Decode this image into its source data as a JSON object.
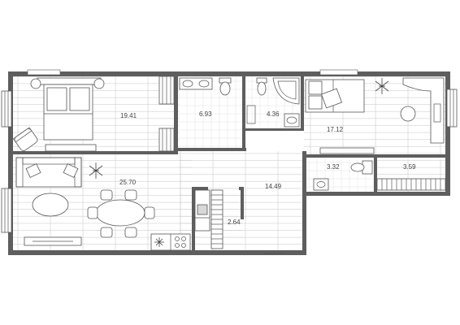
{
  "rooms": {
    "bedroom_left": {
      "area": "19.41"
    },
    "bathroom_left": {
      "area": "6.93"
    },
    "bathroom_mid": {
      "area": "4.36"
    },
    "bedroom_right": {
      "area": "17.12"
    },
    "living_kitchen": {
      "area": "25.70"
    },
    "hallway": {
      "area": "14.49"
    },
    "wardrobe_mid": {
      "area": "2.64"
    },
    "wc_right": {
      "area": "3.32"
    },
    "wardrobe_right": {
      "area": "3.59"
    }
  },
  "colors": {
    "wall": "#5e5e5e",
    "plank": "#cfcfcf",
    "tile": "#e2e2e2",
    "line": "#555555"
  }
}
